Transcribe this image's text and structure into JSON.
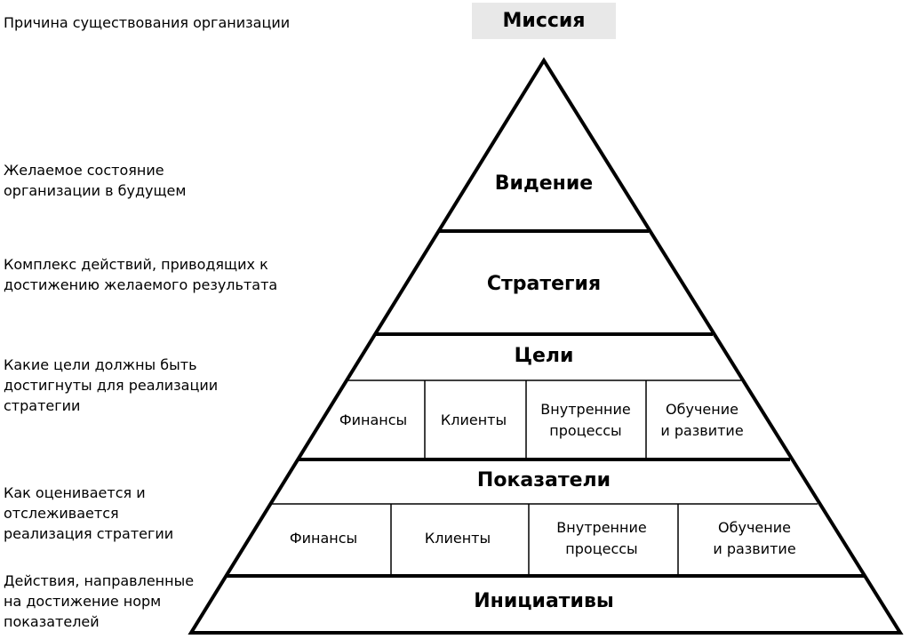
{
  "mission": "Миссия",
  "descriptions": [
    "Причина существования организации",
    "Желаемое состояние\nорганизации в будущем",
    "Комплекс действий, приводящих к\nдостижению желаемого результата",
    "Какие цели должны быть\nдостигнуты для реализации\nстратегии",
    "Как оценивается и\nотслеживается\nреализация стратегии",
    "Действия, направленные\nна достижение норм\nпоказателей"
  ],
  "levels": {
    "vision": "Видение",
    "strategy": "Стратегия",
    "goals": "Цели",
    "indicators": "Показатели",
    "initiatives": "Инициативы"
  },
  "goal_cells": [
    "Финансы",
    "Клиенты",
    "Внутренние\nпроцессы",
    "Обучение\nи развитие"
  ],
  "indicator_cells": [
    "Финансы",
    "Клиенты",
    "Внутренние\nпроцессы",
    "Обучение\nи развитие"
  ]
}
